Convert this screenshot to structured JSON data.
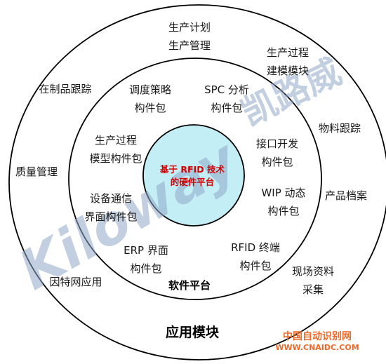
{
  "core": {
    "line1": "基于 RFID 技术",
    "line2": "的硬件平台"
  },
  "middle_ring": {
    "title": "软件平台",
    "items": [
      {
        "line1": "调度策略",
        "line2": "构件包"
      },
      {
        "line1": "SPC 分析",
        "line2": "构件包"
      },
      {
        "line1": "生产过程",
        "line2": "模型构件包"
      },
      {
        "line1": "接口开发",
        "line2": "构件包"
      },
      {
        "line1": "设备通信",
        "line2": "界面构件包"
      },
      {
        "line1": "WIP 动态",
        "line2": "构件包"
      },
      {
        "line1": "ERP 界面",
        "line2": "构件包"
      },
      {
        "line1": "RFID 终端",
        "line2": "构件包"
      }
    ]
  },
  "outer_ring": {
    "title": "应用模块",
    "items": [
      {
        "line1": "生产计划",
        "line2": "生产管理"
      },
      {
        "line1": "生产过程",
        "line2": "建模模块"
      },
      {
        "line1": "在制品跟踪",
        "line2": ""
      },
      {
        "line1": "物料跟踪",
        "line2": ""
      },
      {
        "line1": "质量管理",
        "line2": ""
      },
      {
        "line1": "产品档案",
        "line2": ""
      },
      {
        "line1": "因特网应用",
        "line2": ""
      },
      {
        "line1": "现场资料",
        "line2": "采集"
      }
    ]
  },
  "watermark": {
    "latin": "Kiloway",
    "cjk": "凯路威"
  },
  "site": {
    "name": "中国自动识别网",
    "url": "WWW.CNAIDC.COM"
  },
  "colors": {
    "ring_stroke": "#000000",
    "core_fill": "#c3eef5",
    "core_text": "#d40000",
    "watermark": "#8fa7c6",
    "site": "#ec6a2a"
  }
}
